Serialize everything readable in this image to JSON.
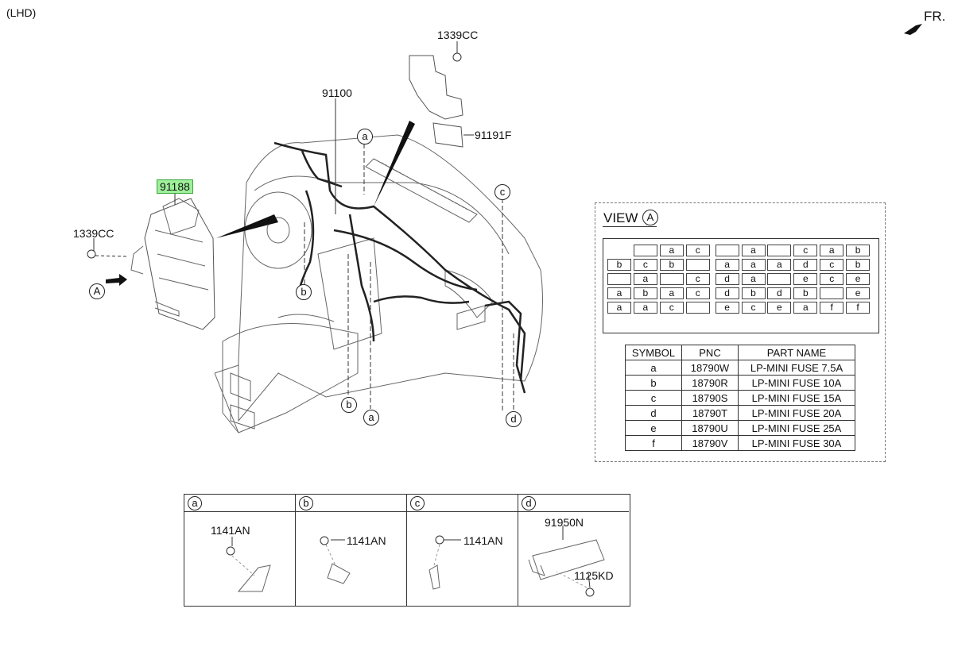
{
  "header": {
    "lhd_label": "(LHD)",
    "fr_label": "FR."
  },
  "parts": {
    "main_harness": "91100",
    "bracket_bolt_top": "1339CC",
    "connector_91191F": "91191F",
    "ijb_module_highlighted": "91188",
    "module_nut": "1339CC",
    "view_marker": "A"
  },
  "callouts": {
    "a_top": "a",
    "b_left": "b",
    "c_right": "c",
    "b_bottom": "b",
    "a_bottom": "a",
    "d_bottom": "d"
  },
  "view_a": {
    "title": "VIEW",
    "marker": "A",
    "fuse_rows": [
      [
        "",
        "a",
        "c",
        "",
        "a",
        "",
        "c",
        "a",
        "b"
      ],
      [
        "b",
        "c",
        "b",
        "",
        "a",
        "a",
        "a",
        "d",
        "c",
        "b"
      ],
      [
        "",
        "a",
        "",
        "c",
        "d",
        "a",
        "",
        "e",
        "c",
        "e"
      ],
      [
        "a",
        "b",
        "a",
        "c",
        "d",
        "b",
        "d",
        "b",
        "",
        "e"
      ],
      [
        "a",
        "a",
        "c",
        "",
        "e",
        "c",
        "e",
        "a",
        "f",
        "f"
      ]
    ],
    "table": {
      "headers": [
        "SYMBOL",
        "PNC",
        "PART NAME"
      ],
      "rows": [
        [
          "a",
          "18790W",
          "LP-MINI FUSE 7.5A"
        ],
        [
          "b",
          "18790R",
          "LP-MINI FUSE 10A"
        ],
        [
          "c",
          "18790S",
          "LP-MINI FUSE 15A"
        ],
        [
          "d",
          "18790T",
          "LP-MINI FUSE 20A"
        ],
        [
          "e",
          "18790U",
          "LP-MINI FUSE 25A"
        ],
        [
          "f",
          "18790V",
          "LP-MINI FUSE 30A"
        ]
      ]
    }
  },
  "detail_panels": [
    {
      "tag": "a",
      "part": "1141AN"
    },
    {
      "tag": "b",
      "part": "1141AN"
    },
    {
      "tag": "c",
      "part": "1141AN"
    },
    {
      "tag": "d",
      "part": "91950N",
      "part2": "1125KD"
    }
  ]
}
